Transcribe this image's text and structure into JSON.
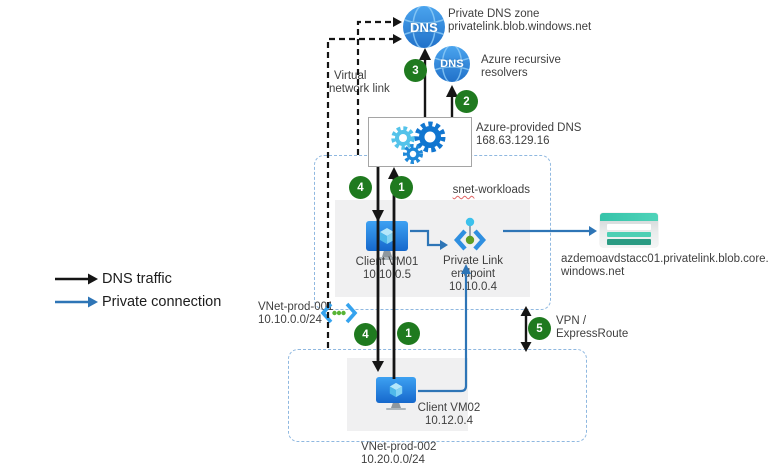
{
  "legend": {
    "dns_traffic_label": "DNS traffic",
    "private_connection_label": "Private connection"
  },
  "steps": {
    "n1": "1",
    "n2": "2",
    "n3": "3",
    "n4": "4",
    "n5": "5"
  },
  "nodes": {
    "private_dns_zone": {
      "icon_text": "DNS",
      "title": "Private DNS zone",
      "subtitle": "privatelink.blob.windows.net"
    },
    "recursive_resolvers": {
      "icon_text": "DNS",
      "title": "Azure recursive",
      "subtitle": "resolvers"
    },
    "virtual_network_link": {
      "line1": "Virtual",
      "line2": "network link"
    },
    "azure_provided_dns": {
      "title": "Azure-provided DNS",
      "subtitle": "168.63.129.16"
    },
    "vnet1": {
      "name": "VNet-prod-001",
      "cidr": "10.10.0.0/24",
      "subnet_prefix": "snet",
      "subnet_suffix": "-workloads"
    },
    "client_vm01": {
      "title": "Client VM01",
      "subtitle": "10.10.0.5"
    },
    "private_link_endpoint": {
      "line1": "Private Link",
      "line2": "endpoint",
      "line3": "10.10.0.4"
    },
    "storage_account": {
      "line1": "azdemoavdstacc01.privatelink.blob.core.",
      "line2": "windows.net"
    },
    "vpn": {
      "line1": "VPN /",
      "line2": "ExpressRoute"
    },
    "vnet2": {
      "name": "VNet-prod-002",
      "cidr": "10.20.0.0/24"
    },
    "client_vm02": {
      "title": "Client VM02",
      "subtitle": "10.12.0.4"
    }
  },
  "colors": {
    "dns_traffic": "#151515",
    "private_connection": "#2e75b6",
    "step_badge": "#1f7a1f",
    "vnet_border": "#8fb8e0"
  }
}
